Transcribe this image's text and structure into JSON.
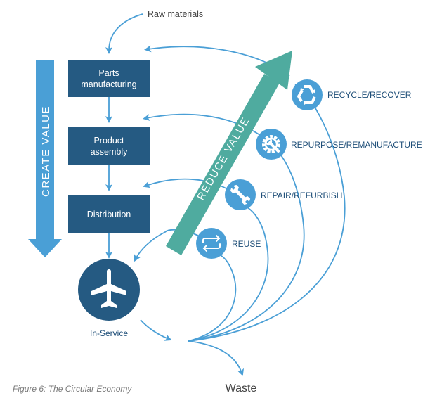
{
  "colors": {
    "box": "#255a82",
    "flow": "#4a9fd6",
    "create_arrow": "#4a9fd6",
    "reduce_arrow": "#4fab9f",
    "icon_circle": "#4a9fd6",
    "service_circle": "#255a82",
    "label_text": "#1e4e78"
  },
  "inputs": {
    "raw_materials": "Raw materials"
  },
  "stages": [
    {
      "id": "parts",
      "lines": [
        "Parts",
        "manufacturing"
      ]
    },
    {
      "id": "assembly",
      "lines": [
        "Product",
        "assembly"
      ]
    },
    {
      "id": "distribution",
      "lines": [
        "Distribution"
      ]
    }
  ],
  "in_service": {
    "label": "In-Service",
    "icon": "airplane-icon"
  },
  "create_value": {
    "label": "CREATE VALUE"
  },
  "reduce_value": {
    "label": "REDUCE VALUE"
  },
  "loops": [
    {
      "id": "recycle",
      "label": "RECYCLE/RECOVER",
      "icon": "recycle-icon",
      "returns_to": "parts"
    },
    {
      "id": "repurpose",
      "label": "REPURPOSE/REMANUFACTURE",
      "icon": "gear-wrench-icon",
      "returns_to": "assembly"
    },
    {
      "id": "repair",
      "label": "REPAIR/REFURBISH",
      "icon": "wrench-icon",
      "returns_to": "distribution"
    },
    {
      "id": "reuse",
      "label": "REUSE",
      "icon": "swap-arrows-icon",
      "returns_to": "in-service"
    }
  ],
  "outputs": {
    "waste": "Waste"
  },
  "caption": "Figure 6: The Circular Economy"
}
